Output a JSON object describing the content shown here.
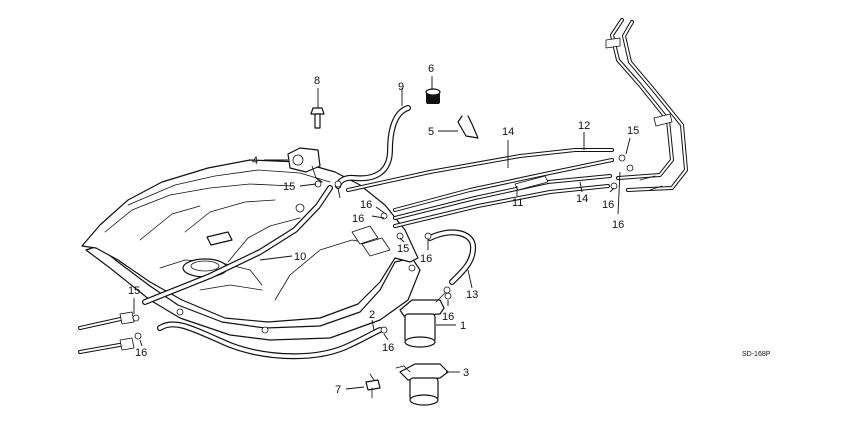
{
  "diagram": {
    "diagram_code": "SD-168P",
    "callouts": {
      "c1": "1",
      "c2": "2",
      "c3": "3",
      "c4": "4",
      "c5": "5",
      "c6": "6",
      "c7": "7",
      "c8": "8",
      "c9": "9",
      "c10": "10",
      "c11": "11",
      "c12": "12",
      "c13": "13",
      "c14a": "14",
      "c14b": "14",
      "c15a": "15",
      "c15b": "15",
      "c15c": "15",
      "c15d": "15",
      "c16a": "16",
      "c16b": "16",
      "c16c": "16",
      "c16d": "16",
      "c16e": "16",
      "c16f": "16",
      "c16g": "16"
    }
  }
}
